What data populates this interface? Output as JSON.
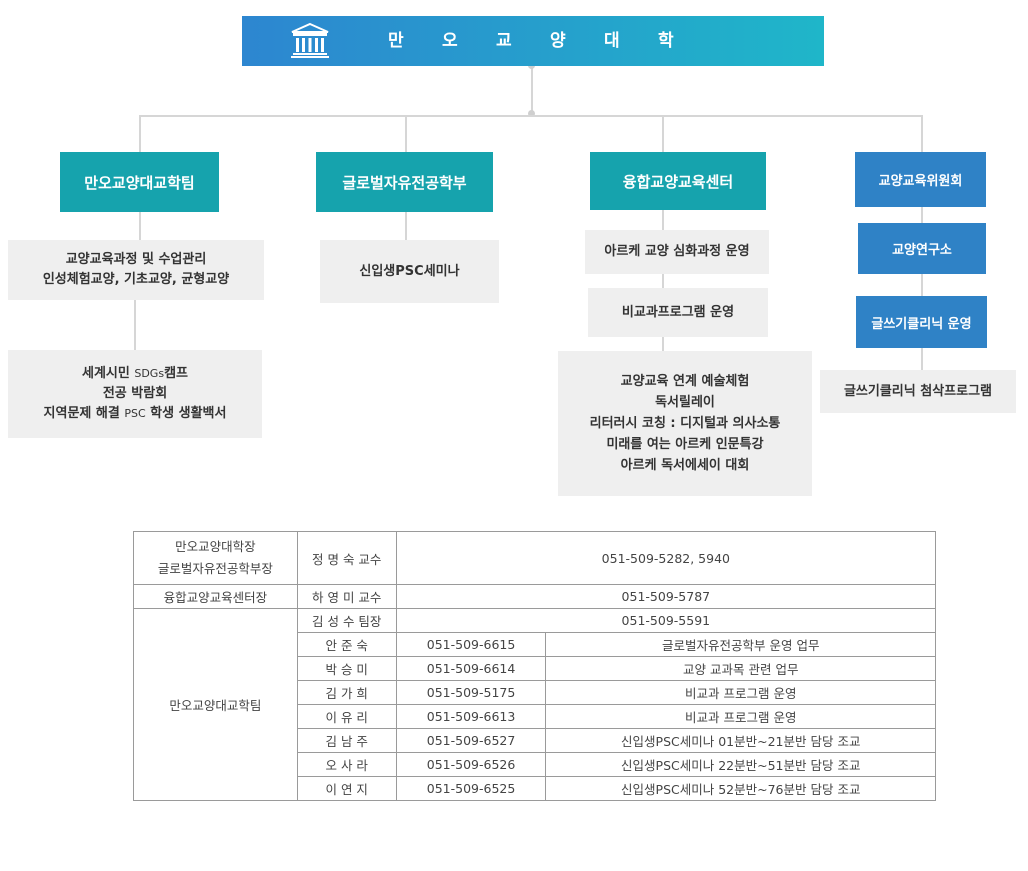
{
  "header": {
    "title_chars": [
      "만",
      "오",
      "교",
      "양",
      "대",
      "학"
    ]
  },
  "departments": {
    "team": {
      "title": "만오교양대교학팀",
      "box1": [
        "교양교육과정 및 수업관리",
        "인성체험교양, 기초교양, 균형교양"
      ],
      "box2": {
        "line1_pre": "세계시민 ",
        "line1_small": "SDGs",
        "line1_post": "캠프",
        "line2": "전공 박람회",
        "line3_pre": "지역문제 해결 ",
        "line3_small": "PSC",
        "line3_post": " 학생 생활백서"
      }
    },
    "global": {
      "title": "글로벌자유전공학부",
      "box1": "신입생PSC세미나"
    },
    "center": {
      "title": "융합교양교육센터",
      "box1": "아르케 교양 심화과정 운영",
      "box2": "비교과프로그램 운영",
      "box3": [
        "교양교육 연계 예술체험",
        "독서릴레이",
        "리터러시 코칭 : 디지털과 의사소통",
        "미래를 여는 아르케 인문특강",
        "아르케 독서에세이 대회"
      ]
    },
    "right": {
      "committee": "교양교육위원회",
      "institute": "교양연구소",
      "clinic": "글쓰기클리닉 운영",
      "clinic_program": "글쓰기클리닉 첨삭프로그램"
    }
  },
  "contacts": {
    "dean": {
      "role_line1": "만오교양대학장",
      "role_line2": "글로벌자유전공학부장",
      "name": "정 명 숙 교수",
      "phone": "051-509-5282, 5940"
    },
    "center_head": {
      "role": "융합교양교육센터장",
      "name": "하 영 미 교수",
      "phone": "051-509-5787"
    },
    "team_role": "만오교양대교학팀",
    "team_lead": {
      "name": "김 성 수 팀장",
      "phone": "051-509-5591"
    },
    "staff": [
      {
        "name": "안 준 숙",
        "phone": "051-509-6615",
        "duty": "글로벌자유전공학부 운영 업무"
      },
      {
        "name": "박 승 미",
        "phone": "051-509-6614",
        "duty": "교양 교과목 관련 업무"
      },
      {
        "name": "김 가 희",
        "phone": "051-509-5175",
        "duty": "비교과 프로그램 운영"
      },
      {
        "name": "이 유 리",
        "phone": "051-509-6613",
        "duty": "비교과 프로그램 운영"
      },
      {
        "name": "김 남 주",
        "phone": "051-509-6527",
        "duty": "신입생PSC세미나 01분반~21분반 담당 조교"
      },
      {
        "name": "오 사 라",
        "phone": "051-509-6526",
        "duty": "신입생PSC세미나 22분반~51분반 담당 조교"
      },
      {
        "name": "이 연 지",
        "phone": "051-509-6525",
        "duty": "신입생PSC세미나 52분반~76분반 담당 조교"
      }
    ]
  },
  "colors": {
    "teal": "#16a3ad",
    "blue": "#2f82c6",
    "grey_box": "#efefef",
    "connector": "#d6d6d6"
  }
}
